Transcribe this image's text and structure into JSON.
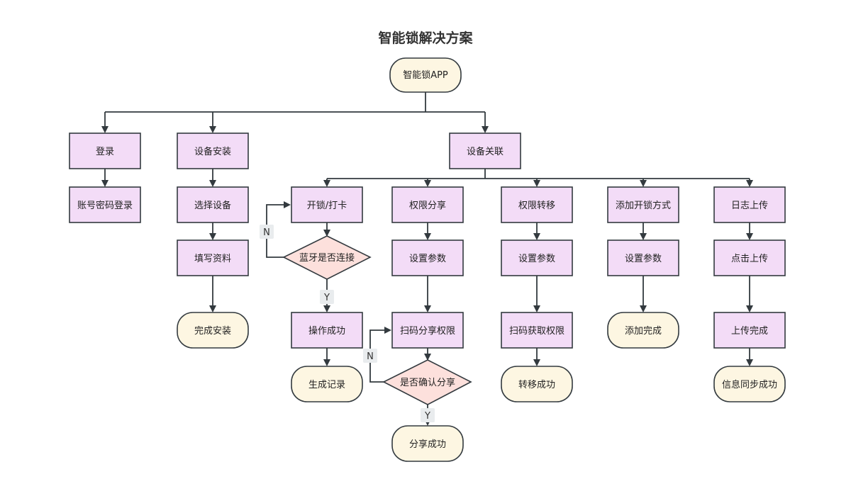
{
  "title": "智能锁解决方案",
  "colors": {
    "process_fill": "#f3dcf7",
    "terminal_fill": "#fdf6e2",
    "decision_fill": "#fde0dc",
    "stroke": "#333a3f"
  },
  "nodes": {
    "app": "智能锁APP",
    "login": "登录",
    "account_login": "账号密码登录",
    "device_install": "设备安装",
    "select_device": "选择设备",
    "fill_info": "填写资料",
    "install_done": "完成安装",
    "device_link": "设备关联",
    "unlock": "开锁/打卡",
    "bt_connected": "蓝牙是否连接",
    "op_success": "操作成功",
    "gen_record": "生成记录",
    "perm_share": "权限分享",
    "set_param_1": "设置参数",
    "scan_share": "扫码分享权限",
    "confirm_share": "是否确认分享",
    "share_success": "分享成功",
    "perm_transfer": "权限转移",
    "set_param_2": "设置参数",
    "scan_get": "扫码获取权限",
    "transfer_success": "转移成功",
    "add_method": "添加开锁方式",
    "set_param_3": "设置参数",
    "add_done": "添加完成",
    "log_upload": "日志上传",
    "click_upload": "点击上传",
    "upload_done": "上传完成",
    "sync_success": "信息同步成功"
  },
  "branch_labels": {
    "bt_no": "N",
    "bt_yes": "Y",
    "confirm_no": "N",
    "confirm_yes": "Y"
  }
}
